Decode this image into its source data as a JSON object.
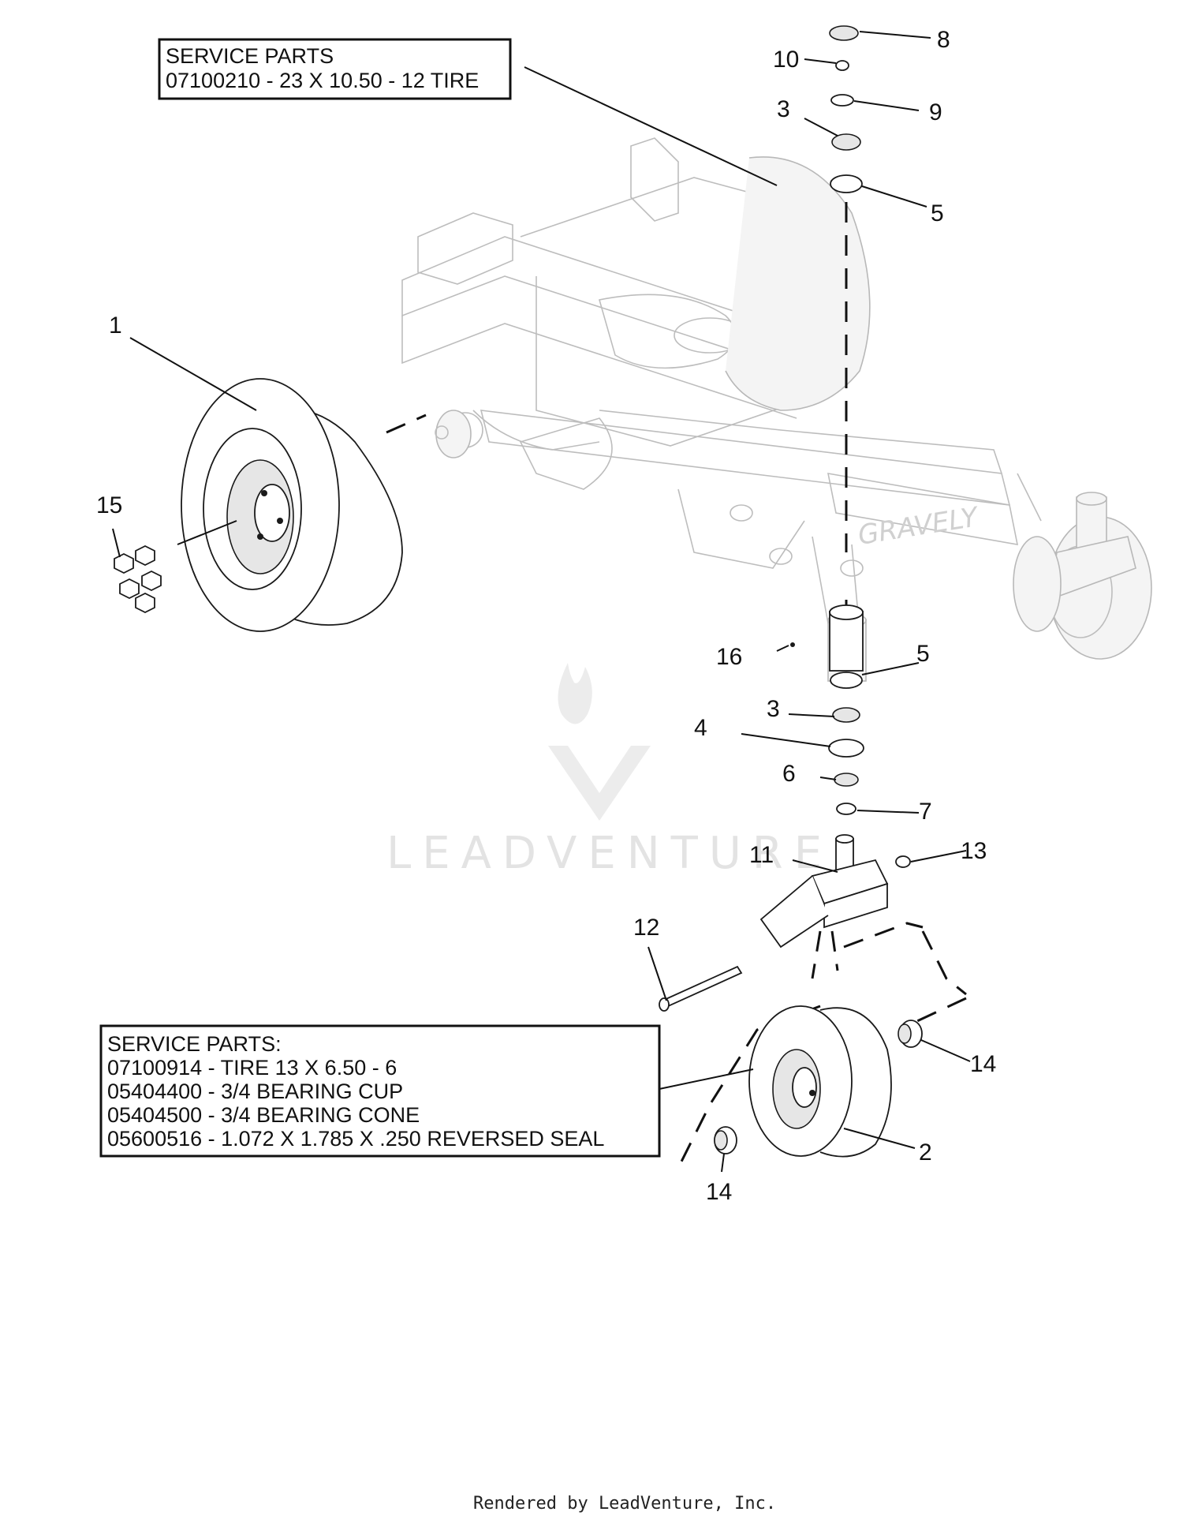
{
  "diagram": {
    "service_boxes": [
      {
        "lines": [
          "SERVICE PARTS",
          "07100210 - 23 X 10.50 - 12 TIRE"
        ]
      },
      {
        "lines": [
          "SERVICE PARTS:",
          "07100914 - TIRE 13 X 6.50 - 6",
          "05404400 - 3/4 BEARING CUP",
          "05404500 - 3/4 BEARING CONE",
          "05600516 - 1.072 X 1.785 X .250 REVERSED SEAL"
        ]
      }
    ],
    "callouts": [
      "8",
      "10",
      "9",
      "3",
      "5",
      "1",
      "15",
      "16",
      "5",
      "3",
      "4",
      "6",
      "7",
      "11",
      "13",
      "12",
      "14",
      "2",
      "14"
    ],
    "brand_text": "GRAVELY",
    "watermark": "LEADVENTURE",
    "footer": "Rendered by LeadVenture, Inc."
  }
}
